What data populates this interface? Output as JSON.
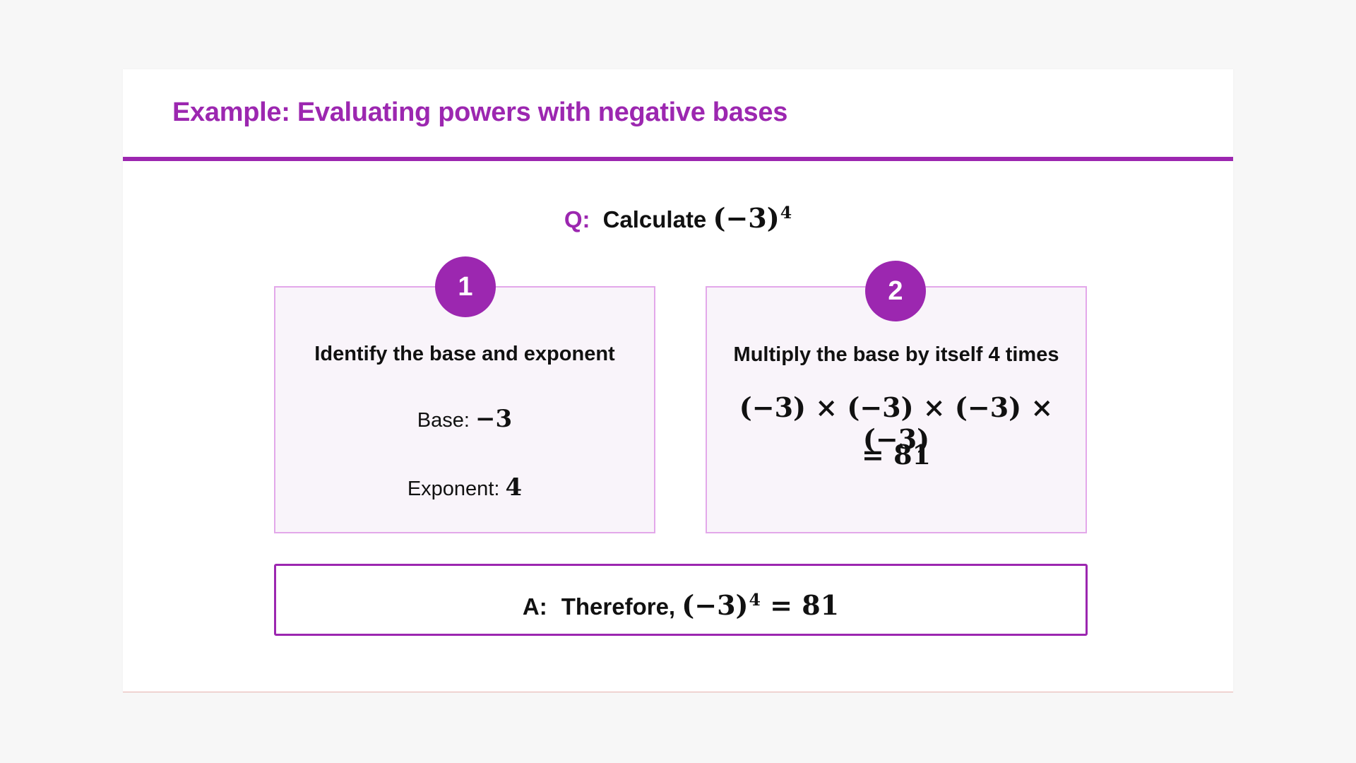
{
  "slide": {
    "title": "Example: Evaluating powers with negative bases"
  },
  "question": {
    "label": "Q:",
    "text": "Calculate",
    "expr_base": "(−3)",
    "expr_exp": "4"
  },
  "step1": {
    "number": "1",
    "heading": "Identify the base and exponent",
    "base_label": "Base:",
    "base_value": "−3",
    "exponent_label": "Exponent:",
    "exponent_value": "4"
  },
  "step2": {
    "number": "2",
    "heading": "Multiply the base by itself 4 times",
    "expression": "(−3) × (−3) × (−3) × (−3)",
    "result": "= 81"
  },
  "answer": {
    "label": "A:",
    "text": "Therefore,",
    "expr_base": "(−3)",
    "expr_exp": "4",
    "expr_result": "= 81"
  },
  "colors": {
    "accent": "#9c27b0",
    "step_box_fill": "#f9f4fa",
    "step_box_border": "#e3a8ea",
    "background": "#f7f7f7"
  }
}
